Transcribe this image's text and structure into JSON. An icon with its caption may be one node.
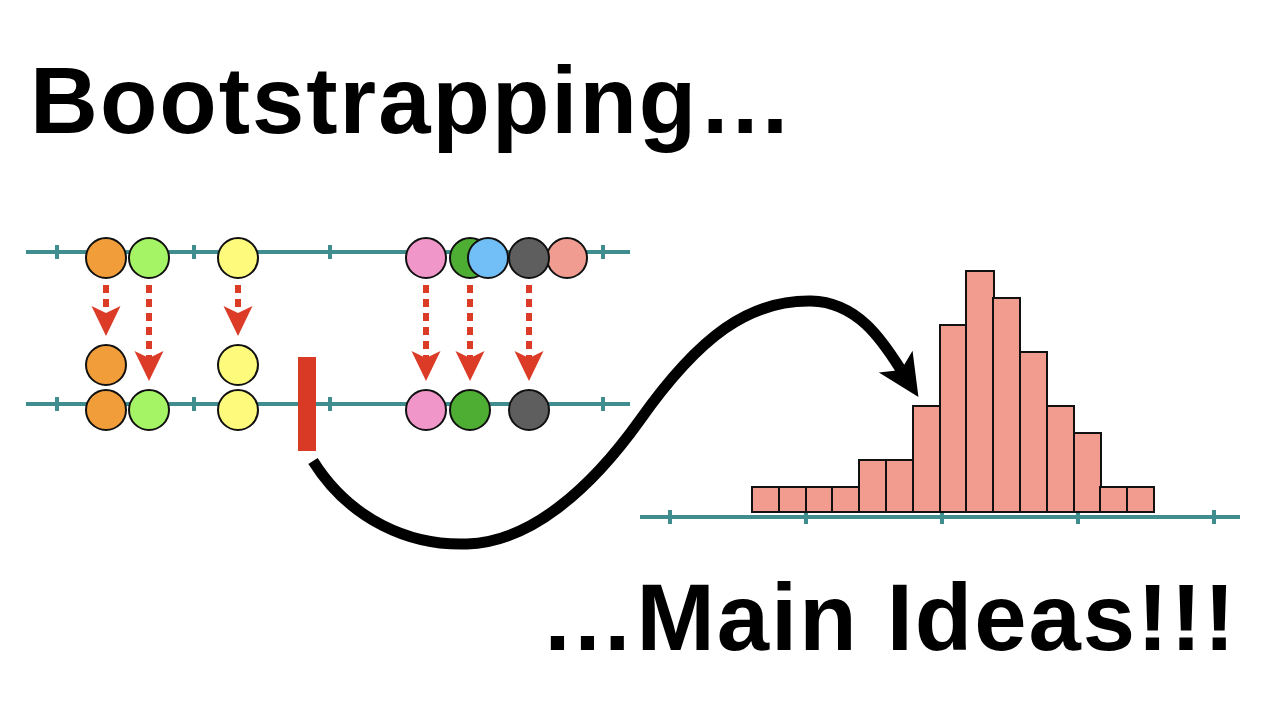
{
  "diagram": {
    "title": "Bootstrapping…",
    "nodes": [
      {
        "text": [],
        "shape": "circle"
      },
      {
        "text": [],
        "shape": "circle"
      },
      {
        "text": [],
        "shape": "circle"
      },
      {
        "text": [],
        "shape": "circle"
      },
      {
        "text": [],
        "shape": "circle"
      },
      {
        "text": [],
        "shape": "circle"
      },
      {
        "text": [],
        "shape": "circle"
      },
      {
        "text": [],
        "shape": "circle"
      },
      {
        "text": [],
        "shape": "circle"
      },
      {
        "text": [],
        "shape": "circle"
      },
      {
        "text": [],
        "shape": "circle"
      },
      {
        "text": [],
        "shape": "circle"
      },
      {
        "text": [],
        "shape": "circle"
      },
      {
        "text": [],
        "shape": "bar"
      },
      {
        "text": [],
        "shape": "circle"
      },
      {
        "text": [],
        "shape": "circle"
      },
      {
        "text": [],
        "shape": "circle"
      },
      {
        "text": [],
        "shape": "bar"
      },
      {
        "text": [],
        "shape": "bar"
      },
      {
        "text": [],
        "shape": "bar"
      },
      {
        "text": [],
        "shape": "bar"
      },
      {
        "text": [],
        "shape": "bar"
      },
      {
        "text": [],
        "shape": "bar"
      },
      {
        "text": [],
        "shape": "bar"
      },
      {
        "text": [],
        "shape": "bar"
      },
      {
        "text": [],
        "shape": "bar"
      },
      {
        "text": [],
        "shape": "bar"
      },
      {
        "text": [],
        "shape": "bar"
      },
      {
        "text": [],
        "shape": "bar"
      },
      {
        "text": [],
        "shape": "bar"
      },
      {
        "text": [],
        "shape": "bar"
      },
      {
        "text": [],
        "shape": "bar"
      }
    ],
    "edges": [
      {
        "from": 0,
        "to": 8,
        "arrow": "to",
        "style": "dashed"
      },
      {
        "from": 1,
        "to": 10,
        "arrow": "to",
        "style": "dashed"
      },
      {
        "from": 2,
        "to": 11,
        "arrow": "to",
        "style": "dashed"
      },
      {
        "from": 3,
        "to": 14,
        "arrow": "to",
        "style": "dashed"
      },
      {
        "from": 4,
        "to": 15,
        "arrow": "to",
        "style": "dashed"
      },
      {
        "from": 6,
        "to": 16,
        "arrow": "to",
        "style": "dashed"
      },
      {
        "from": 13,
        "to": 23,
        "arrow": "to",
        "style": "thick",
        "color": "#000000"
      }
    ],
    "labels": [
      "…Main Ideas!!!"
    ]
  }
}
